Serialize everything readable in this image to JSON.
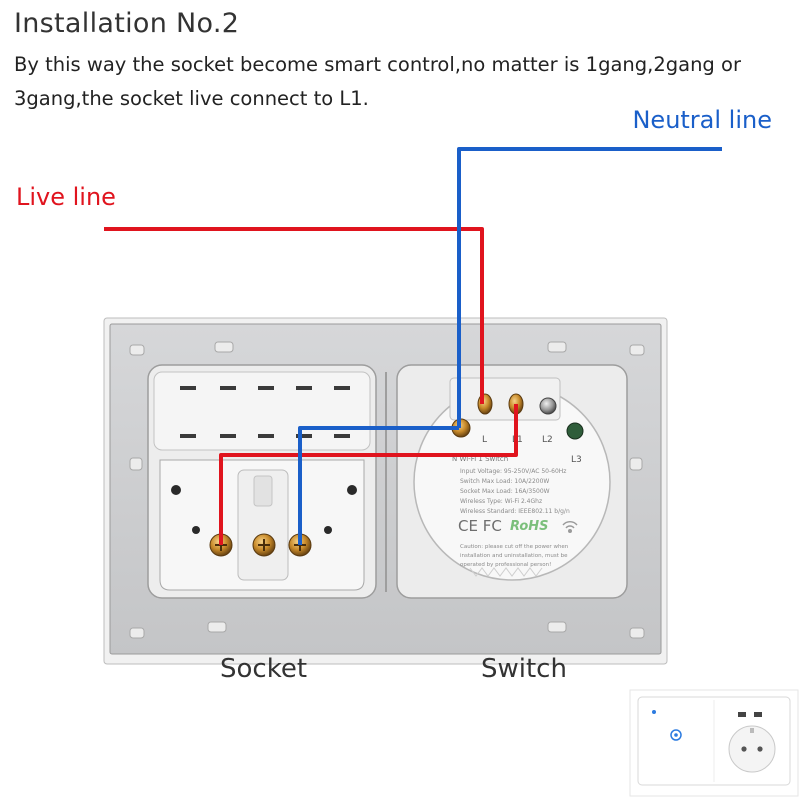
{
  "header": {
    "title": "Installation No.2",
    "description": "By this way the socket become smart control,no matter is 1gang,2gang or 3gang,the socket live connect to L1."
  },
  "wires": {
    "neutral": {
      "label": "Neutral line",
      "color": "#1a5fc9"
    },
    "live": {
      "label": "Live line",
      "color": "#e0141e"
    }
  },
  "switch_module": {
    "header_text": "N     Wi-Fi 1 Switch",
    "terminals": [
      "N",
      "L",
      "L1",
      "L2",
      "L3"
    ],
    "specs": [
      "Input Voltage: 95-250V/AC 50-60Hz",
      "Switch Max Load: 10A/2200W",
      "Socket Max Load: 16A/3500W",
      "Wireless Type: Wi-Fi 2.4Ghz",
      "Wireless Standard: IEEE802.11 b/g/n"
    ],
    "cert_marks": "CE FC",
    "rohs": "RoHS",
    "caution": [
      "Caution: please cut off the power when",
      "installation and uninstallation, must be",
      "operated by professional person!"
    ]
  },
  "captions": {
    "socket": "Socket",
    "switch": "Switch"
  },
  "colors": {
    "plate": "#cfd0d2",
    "plate_edge": "#8e8e8e",
    "module": "#f4f4f4",
    "live": "#e0141e",
    "neutral": "#1a5fc9"
  }
}
